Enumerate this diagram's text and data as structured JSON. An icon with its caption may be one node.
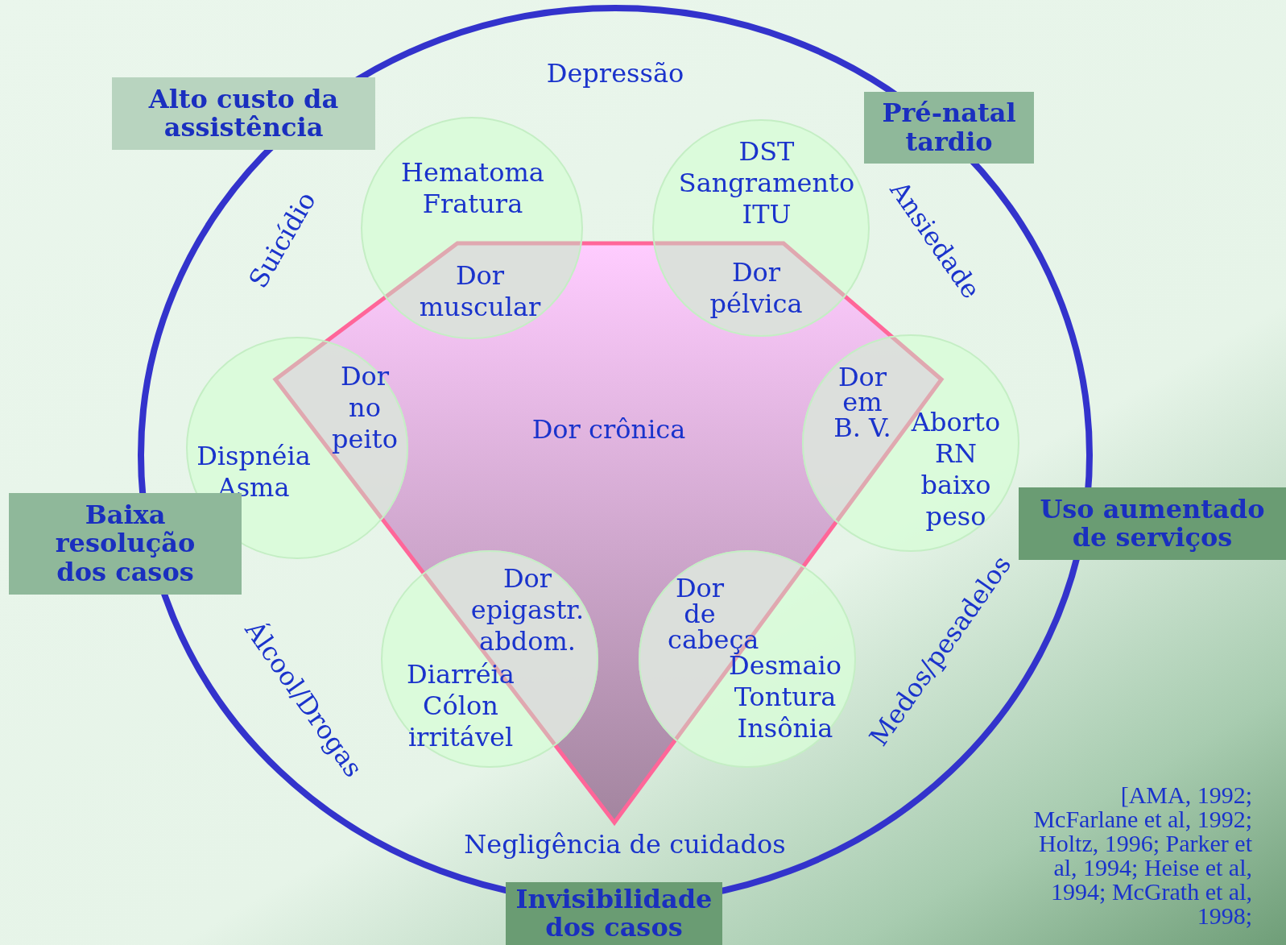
{
  "diagram": {
    "nodes": [
      {
        "text": [],
        "shape": "circle"
      },
      {
        "text": [
          "Dor crônica"
        ],
        "in": 0
      },
      {
        "text": [
          "Hematoma Fratura",
          "Dor muscular"
        ],
        "in": 0
      },
      {
        "text": [
          "DST Sangramento ITU",
          "Dor pélvica"
        ],
        "in": 0
      },
      {
        "text": [
          "Dispnéia Asma",
          "Dor no peito"
        ],
        "in": 0
      },
      {
        "text": [
          "Aborto RN baixo peso",
          "Dor em B. V."
        ],
        "in": 0
      },
      {
        "text": [
          "Dor epigastr. abdom.",
          "Diarréia Cólon irritável"
        ],
        "in": 0
      },
      {
        "text": [
          "Dor de cabeça",
          "Desmaio Tontura Insônia"
        ],
        "in": 0
      },
      {
        "text": [
          "Alto custo da assistência"
        ]
      },
      {
        "text": [
          "Pré-natal tardio"
        ]
      },
      {
        "text": [
          "Baixa resolução dos casos"
        ]
      },
      {
        "text": [
          "Uso aumentado de serviços"
        ]
      },
      {
        "text": [
          "Invisibilidade dos casos"
        ]
      }
    ],
    "edges": [],
    "labels": [
      "Depressão",
      "Suicídio",
      "Ansiedade",
      "Medos/pesadelos",
      "Álcool/Drogas",
      "Negligência de cuidados",
      "[AMA, 1992; McFarlane et al, 1992; Holtz, 1996; Parker et al, 1994; Heise et al, 1994; McGrath et al, 1998;"
    ]
  }
}
